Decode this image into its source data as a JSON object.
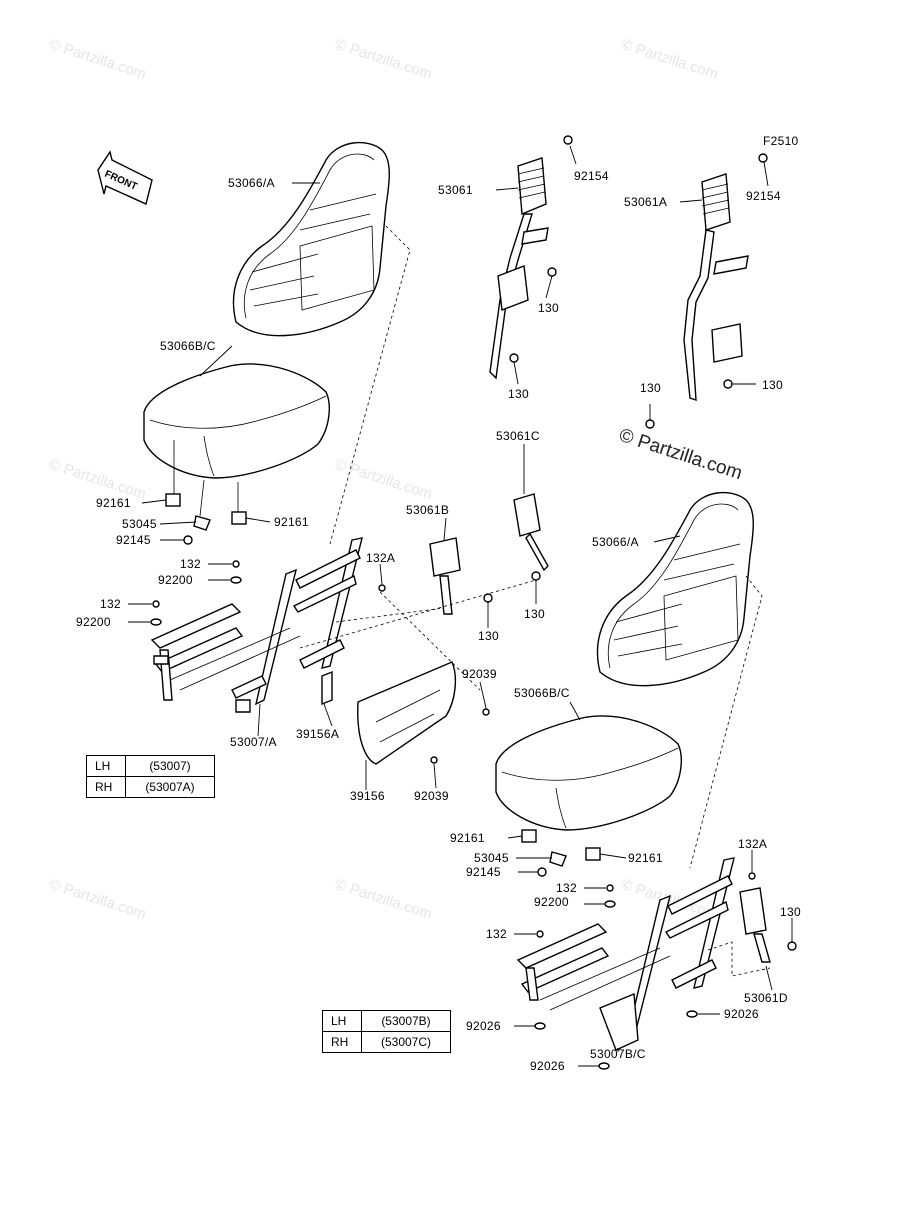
{
  "figure_code": "F2510",
  "front_label": "FRONT",
  "watermark_small": "© Partzilla.com",
  "watermark_large": "© Partzilla.com",
  "parts": {
    "seat_back_l": "53066/A",
    "seat_cushion_l": "53066B/C",
    "bracket_l1": "92161",
    "bracket_l2": "92161",
    "hinge_l": "53045",
    "bolt_l": "92145",
    "belt_upper_l": "53061",
    "nut_upper_l": "92154",
    "bolt_130_a": "130",
    "bolt_130_b": "130",
    "belt_upper_r": "53061A",
    "nut_upper_r": "92154",
    "bolt_130_c": "130",
    "bolt_130_d": "130",
    "buckle_c": "53061C",
    "bolt_130_e": "130",
    "buckle_b": "53061B",
    "bolt_130_f": "130",
    "screw_132_a": "132",
    "washer_92200_a": "92200",
    "screw_132_b": "132",
    "washer_92200_b": "92200",
    "screw_132a_l": "132A",
    "frame_l": "53007/A",
    "cover_a": "39156A",
    "clip_a": "92039",
    "cover": "39156",
    "clip_b": "92039",
    "seat_back_r": "53066/A",
    "seat_cushion_r": "53066B/C",
    "bracket_r1": "92161",
    "bracket_r2": "92161",
    "hinge_r": "53045",
    "bolt_r": "92145",
    "screw_132a_r": "132A",
    "screw_132_c": "132",
    "washer_92200_c": "92200",
    "bolt_130_g": "130",
    "screw_132_d": "132",
    "buckle_d": "53061D",
    "washer_92026_a": "92026",
    "washer_92026_b": "92026",
    "washer_92026_c": "92026",
    "frame_r": "53007B/C"
  },
  "legend_left": [
    {
      "side": "LH",
      "code": "(53007)"
    },
    {
      "side": "RH",
      "code": "(53007A)"
    }
  ],
  "legend_right": [
    {
      "side": "LH",
      "code": "(53007B)"
    },
    {
      "side": "RH",
      "code": "(53007C)"
    }
  ]
}
